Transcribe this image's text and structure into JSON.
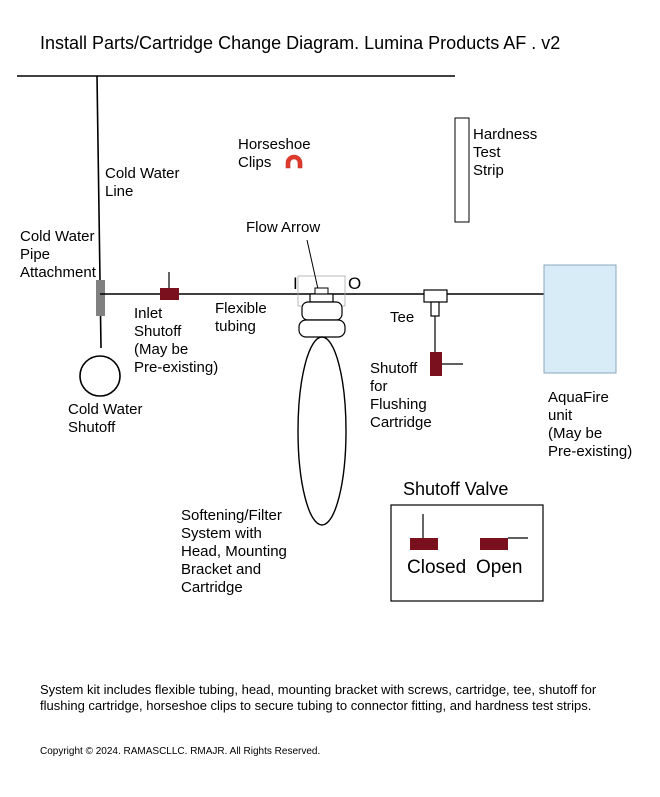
{
  "title": "Install Parts/Cartridge Change Diagram. Lumina Products AF . v2",
  "labels": {
    "cold_water_line": "Cold Water\nLine",
    "pipe_attachment": "Cold Water\nPipe\nAttachment",
    "cold_water_shutoff": "Cold Water\nShutoff",
    "horseshoe_clips": "Horseshoe\nClips",
    "hardness_strip": "Hardness\nTest\nStrip",
    "flow_arrow": "Flow Arrow",
    "inlet_marker": "I",
    "outlet_marker": "O",
    "inlet_shutoff": "Inlet\nShutoff\n(May be\nPre-existing)",
    "flexible_tubing": "Flexible\ntubing",
    "tee": "Tee",
    "flush_shutoff": "Shutoff\nfor\nFlushing\nCartridge",
    "aquafire": "AquaFire\nunit\n(May be\nPre-existing)",
    "softener": "Softening/Filter\nSystem with\nHead, Mounting\nBracket and\nCartridge"
  },
  "valve_legend": {
    "title": "Shutoff Valve",
    "closed": "Closed",
    "open": "Open"
  },
  "footer": {
    "kit_note": "System kit includes flexible tubing, head, mounting bracket with screws, cartridge, tee, shutoff for flushing cartridge, horseshoe clips to secure tubing to connector fitting, and hardness test strips.",
    "copyright": "Copyright © 2024. RAMASCLLC. RMAJR. All Rights Reserved."
  },
  "colors": {
    "valve": "#7a0f1e",
    "clip": "#e0392b",
    "attachment": "#808080",
    "aquafire_fill": "#d8ecf7",
    "aquafire_stroke": "#8aa8bc"
  }
}
